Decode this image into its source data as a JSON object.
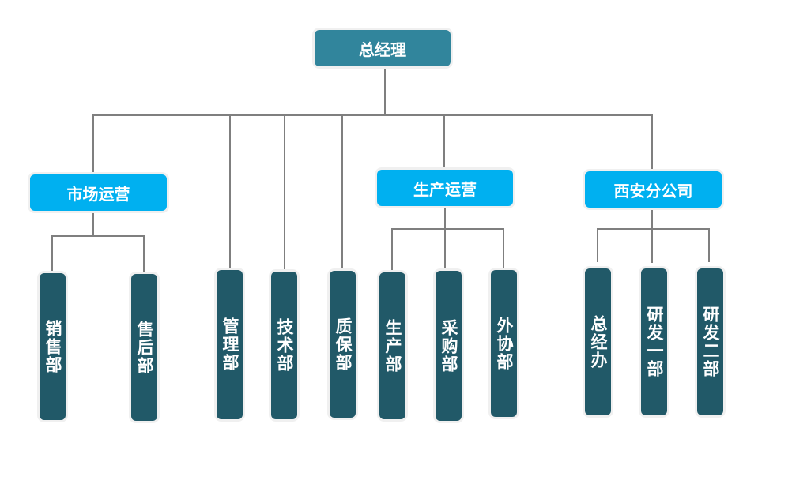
{
  "chart_data": {
    "type": "org-chart",
    "root": {
      "label": "总经理"
    },
    "groups": [
      {
        "label": "市场运营",
        "children": [
          "销售部",
          "售后部"
        ]
      },
      {
        "label": "生产运营",
        "children": [
          "生产部",
          "采购部",
          "外协部"
        ]
      },
      {
        "label": "西安分公司",
        "children": [
          "总经办",
          "研发一部",
          "研发二部"
        ]
      }
    ],
    "direct_departments": [
      "管理部",
      "技术部",
      "质保部"
    ]
  },
  "colors": {
    "root": "#31859c",
    "group": "#00b0f0",
    "leaf": "#215968",
    "connector": "#7f7f7f"
  }
}
